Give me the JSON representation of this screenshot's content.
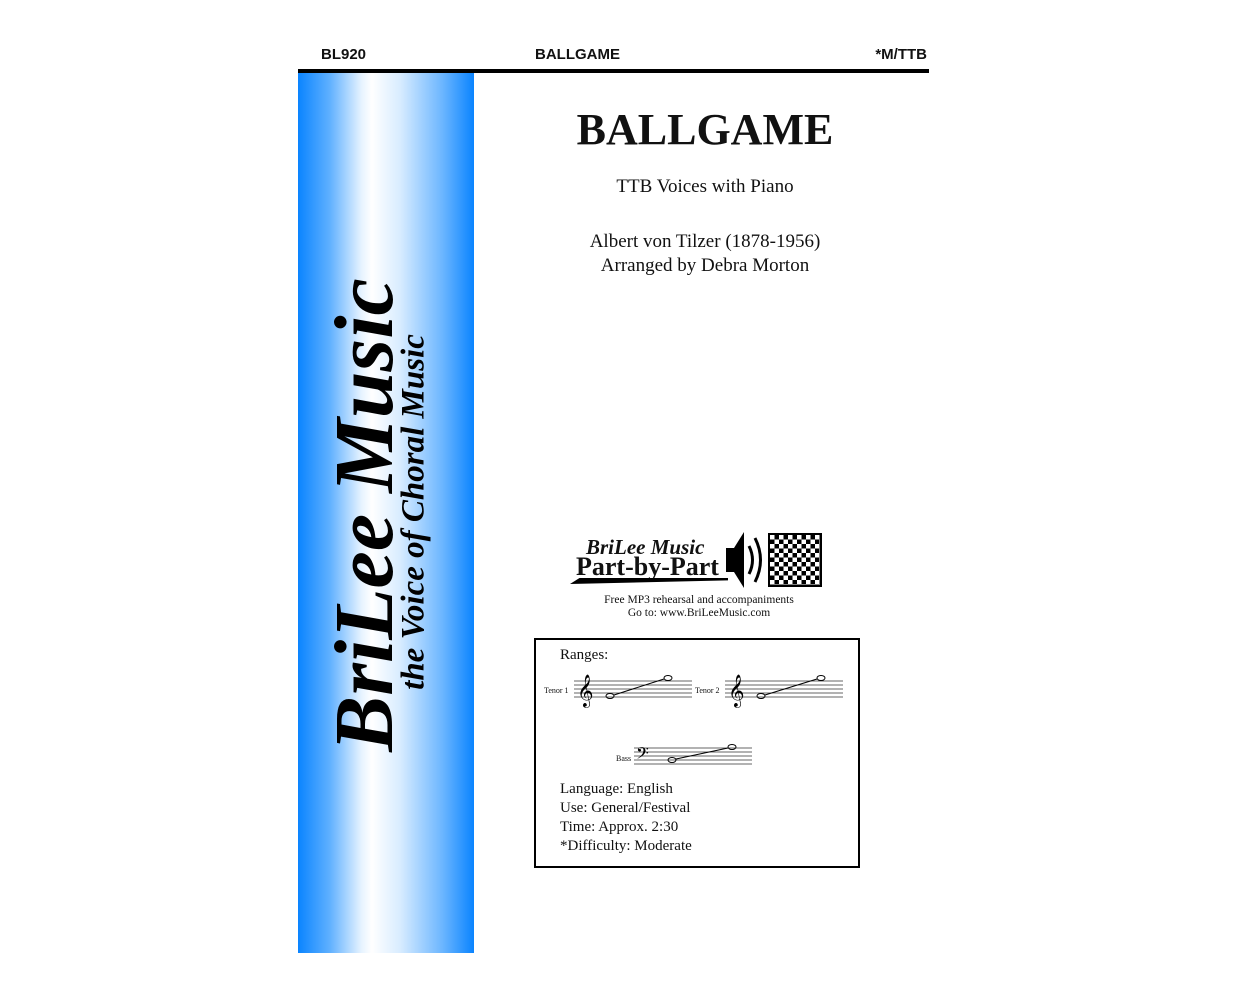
{
  "header": {
    "code": "BL920",
    "title": "BALLGAME",
    "voicing": "*M/TTB"
  },
  "sidebar": {
    "brand": "BriLee Music",
    "tagline": "the Voice of Choral Music",
    "gradient_color": "#0a84ff"
  },
  "main": {
    "title": "BALLGAME",
    "subtitle": "TTB Voices with Piano",
    "composer": "Albert von Tilzer (1878-1956)",
    "arranger": "Arranged by Debra Morton"
  },
  "promo": {
    "brand": "BriLee Music",
    "name": "Part-by-Part",
    "line1": "Free MP3 rehearsal and accompaniments",
    "line2": "Go to: www.BriLeeMusic.com"
  },
  "ranges": {
    "label": "Ranges:",
    "parts": [
      "Tenor 1",
      "Tenor 2",
      "Bass"
    ]
  },
  "info": {
    "language": "Language: English",
    "use": "Use: General/Festival",
    "time": "Time: Approx. 2:30",
    "difficulty": "*Difficulty: Moderate"
  }
}
